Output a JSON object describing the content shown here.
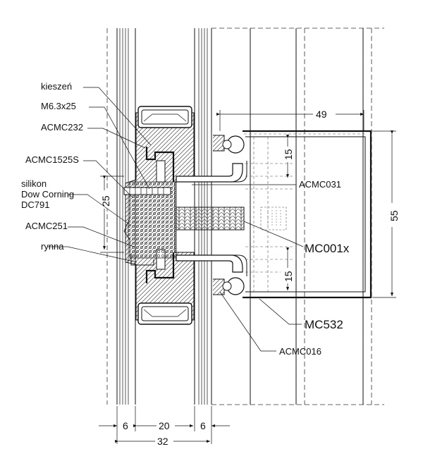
{
  "labels": {
    "kieszen": "kieszeń",
    "m6": "M6.3x25",
    "acmc232": "ACMC232",
    "acmc1525s": "ACMC1525S",
    "silikon1": "silikon",
    "silikon2": "Dow Corning",
    "silikon3": "DC791",
    "acmc251": "ACMC251",
    "rynna": "rynna",
    "acmc031": "ACMC031",
    "mc001x": "MC001x",
    "mc532": "MC532",
    "acmc016": "ACMC016"
  },
  "dimensions": {
    "d49": "49",
    "d55": "55",
    "d25": "25",
    "d15_top": "15",
    "d15_bottom": "15",
    "d6_left": "6",
    "d20": "20",
    "d6_right": "6",
    "d32": "32"
  },
  "colors": {
    "line": "#111111",
    "background": "#ffffff"
  }
}
